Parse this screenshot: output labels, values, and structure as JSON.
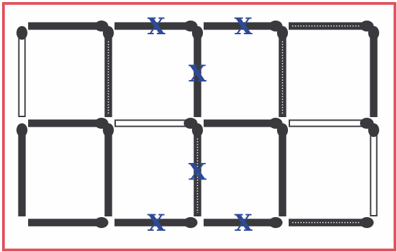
{
  "puzzle": {
    "grid": {
      "rows": 2,
      "cols": 4
    },
    "colors": {
      "border": "#e0555f",
      "stick": "#3a3a3e",
      "stick_white": "#ffffff",
      "head": "#3a3a3e",
      "x_mark": "#2d4a9a"
    },
    "matches": [
      {
        "id": "h-r0-c0",
        "style": "dark"
      },
      {
        "id": "h-r0-c1",
        "style": "dark",
        "marked": true
      },
      {
        "id": "h-r0-c2",
        "style": "dark",
        "marked": true
      },
      {
        "id": "h-r0-c3",
        "style": "striped"
      },
      {
        "id": "h-r1-c0",
        "style": "dark"
      },
      {
        "id": "h-r1-c1",
        "style": "white"
      },
      {
        "id": "h-r1-c2",
        "style": "dark"
      },
      {
        "id": "h-r1-c3",
        "style": "white"
      },
      {
        "id": "h-r2-c0",
        "style": "dark"
      },
      {
        "id": "h-r2-c1",
        "style": "dark",
        "marked": true
      },
      {
        "id": "h-r2-c2",
        "style": "dark",
        "marked": true
      },
      {
        "id": "h-r2-c3",
        "style": "striped"
      },
      {
        "id": "v-r0-c0",
        "style": "white"
      },
      {
        "id": "v-r0-c1",
        "style": "striped"
      },
      {
        "id": "v-r0-c2",
        "style": "dark",
        "marked": true
      },
      {
        "id": "v-r0-c3",
        "style": "striped"
      },
      {
        "id": "v-r0-c4",
        "style": "dark"
      },
      {
        "id": "v-r1-c0",
        "style": "dark"
      },
      {
        "id": "v-r1-c1",
        "style": "dark"
      },
      {
        "id": "v-r1-c2",
        "style": "striped",
        "marked": true
      },
      {
        "id": "v-r1-c3",
        "style": "dark"
      },
      {
        "id": "v-r1-c4",
        "style": "white"
      }
    ],
    "mark_glyph": "X"
  }
}
